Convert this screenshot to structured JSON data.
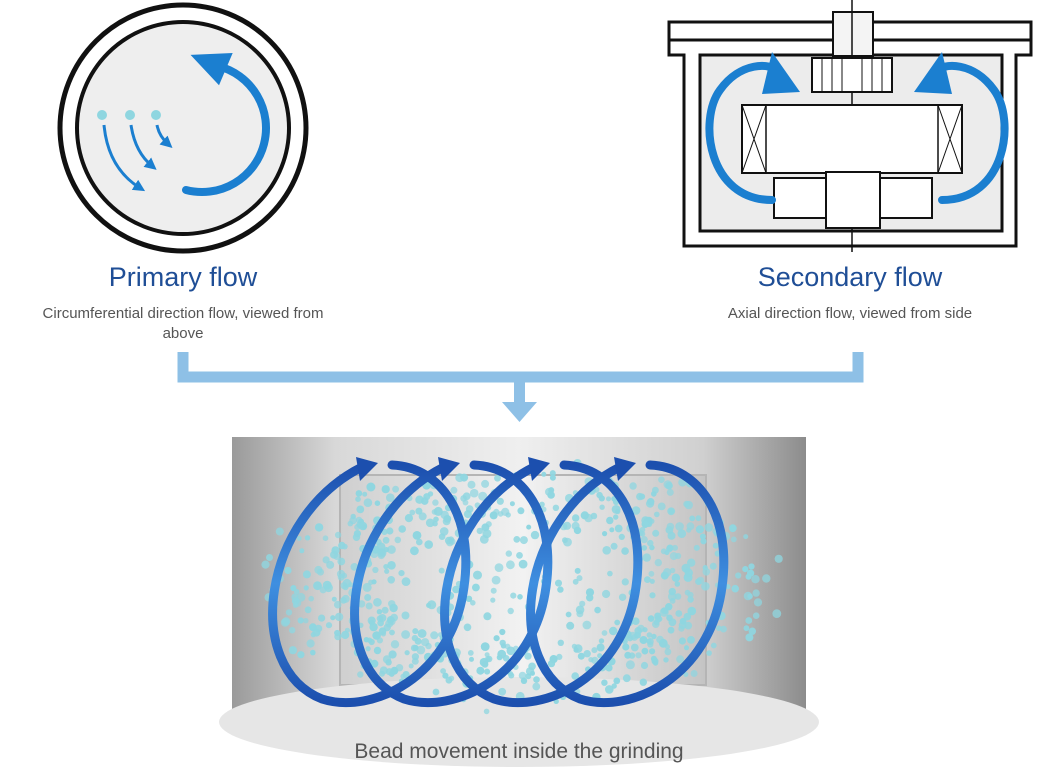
{
  "primary": {
    "title": "Primary flow",
    "description": "Circumferential direction flow, viewed from above"
  },
  "secondary": {
    "title": "Secondary flow",
    "description": "Axial direction flow, viewed from side"
  },
  "combined": {
    "caption": "Bead movement inside the grinding"
  },
  "colors": {
    "flow_arrow": "#1b7fd0",
    "connector": "#8ec0e6",
    "bead": "#8fd6e0",
    "title": "#1f4e96",
    "text": "#555555"
  }
}
